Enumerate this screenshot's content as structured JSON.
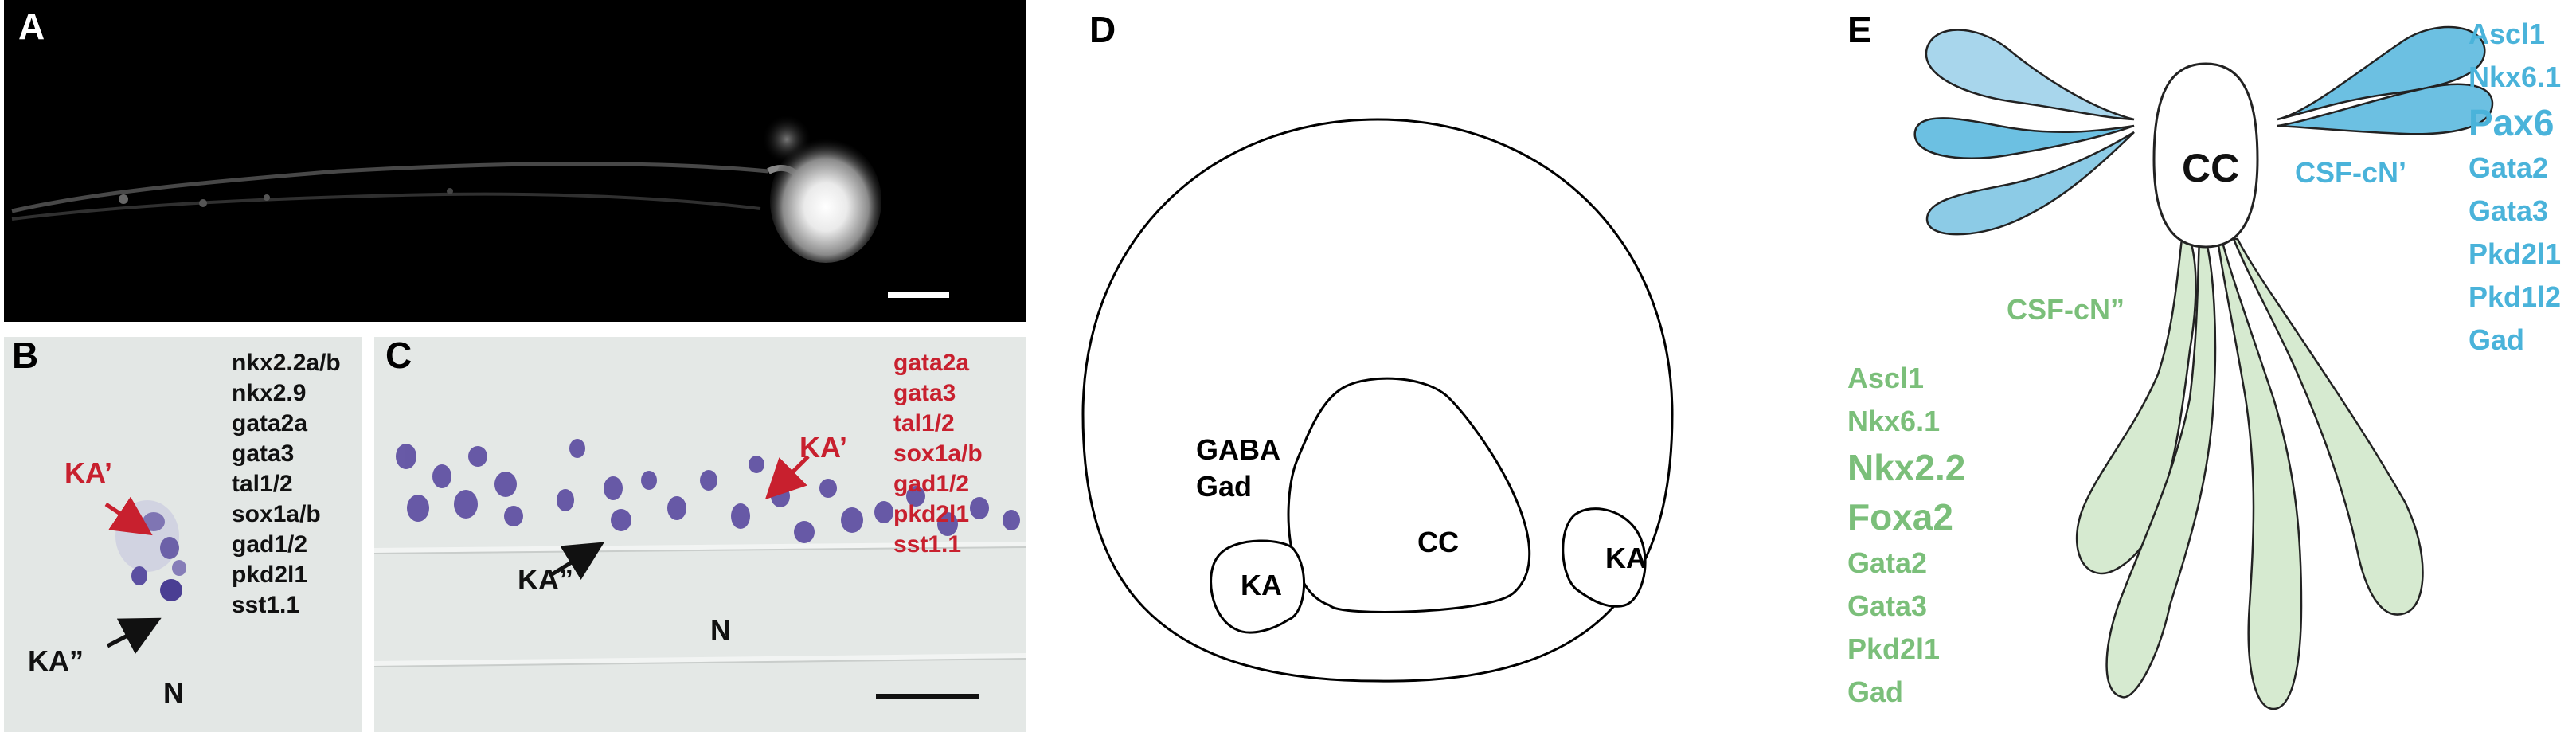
{
  "panels": {
    "A": {
      "label": "A"
    },
    "B": {
      "label": "B",
      "genes": [
        "nkx2.2a/b",
        "nkx2.9",
        "gata2a",
        "gata3",
        "tal1/2",
        "sox1a/b",
        "gad1/2",
        "pkd2l1",
        "sst1.1"
      ],
      "ka_prime": "KA’",
      "ka_dprime": "KA”",
      "n": "N"
    },
    "C": {
      "label": "C",
      "genes": [
        "gata2a",
        "gata3",
        "tal1/2",
        "sox1a/b",
        "gad1/2",
        "pkd2l1",
        "sst1.1"
      ],
      "ka_prime": "KA’",
      "ka_dprime": "KA”",
      "n": "N"
    },
    "D": {
      "label": "D",
      "gaba": "GABA",
      "gad": "Gad",
      "cc": "CC",
      "ka_left": "KA",
      "ka_right": "KA"
    },
    "E": {
      "label": "E",
      "cc": "CC",
      "csf_cn_prime": "CSF-cN’",
      "csf_cn_dprime": "CSF-cN”",
      "blue_genes": [
        "Ascl1",
        "Nkx6.1",
        "Pax6",
        "Gata2",
        "Gata3",
        "Pkd2l1",
        "Pkd1l2",
        "Gad"
      ],
      "green_genes": [
        "Ascl1",
        "Nkx6.1",
        "Nkx2.2",
        "Foxa2",
        "Gata2",
        "Gata3",
        "Pkd2l1",
        "Gad"
      ]
    }
  },
  "colors": {
    "red": "#c8202e",
    "blue": "#4ab3da",
    "green": "#7bbf7a",
    "blue_fill": "#8ccbe6",
    "green_fill": "#d6ead0"
  }
}
